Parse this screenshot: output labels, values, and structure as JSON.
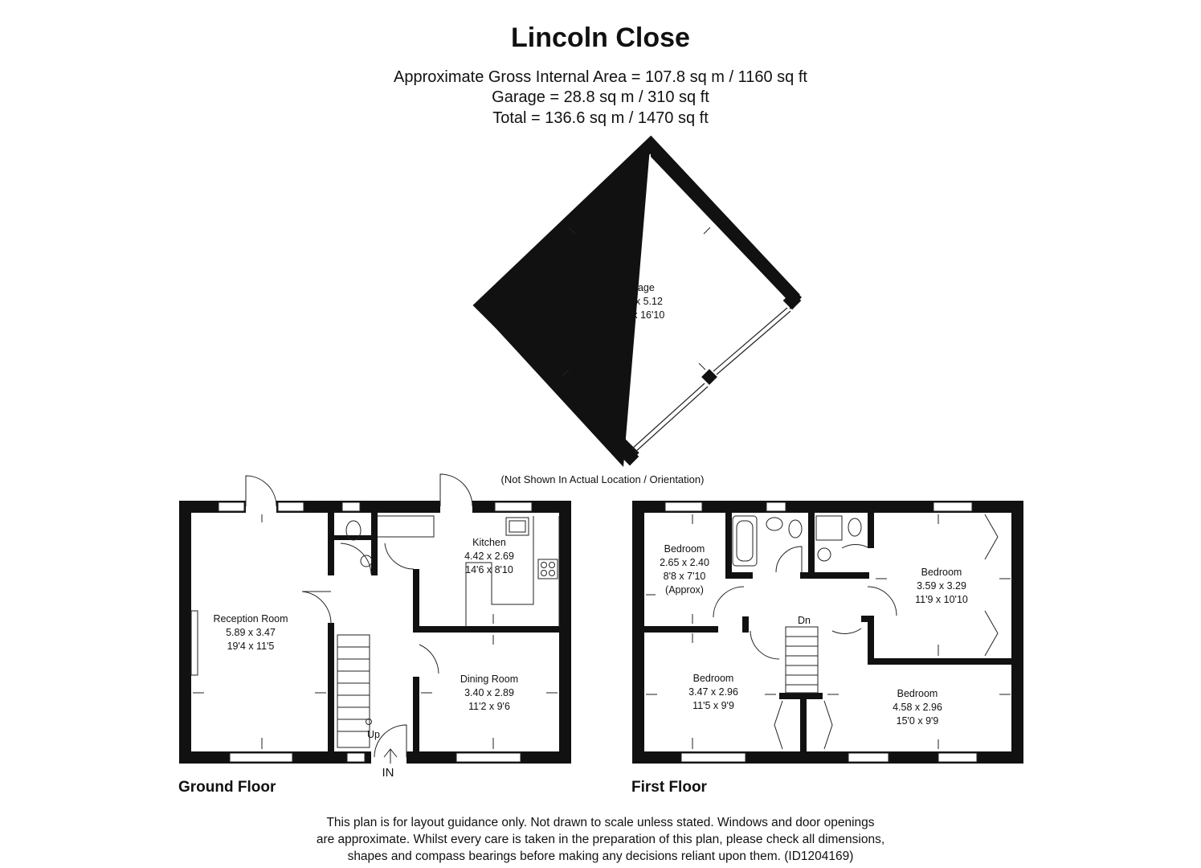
{
  "header": {
    "title": "Lincoln Close",
    "area_gross": "Approximate Gross Internal Area = 107.8 sq m / 1160 sq ft",
    "area_garage": "Garage = 28.8 sq m / 310 sq ft",
    "area_total": "Total = 136.6 sq m / 1470 sq ft"
  },
  "garage": {
    "name": "Garage",
    "metric": "5.66 x 5.12",
    "imperial": "18'7 x 16'10",
    "note": "(Not Shown In Actual Location / Orientation)"
  },
  "ground_floor": {
    "label": "Ground Floor",
    "rooms": [
      {
        "name": "Reception Room",
        "metric": "5.89 x 3.47",
        "imperial": "19'4 x 11'5"
      },
      {
        "name": "Kitchen",
        "metric": "4.42 x 2.69",
        "imperial": "14'6 x 8'10"
      },
      {
        "name": "Dining Room",
        "metric": "3.40 x 2.89",
        "imperial": "11'2 x 9'6"
      }
    ],
    "stairs_label": "Up",
    "entrance_label": "IN"
  },
  "first_floor": {
    "label": "First Floor",
    "rooms": [
      {
        "name": "Bedroom",
        "metric": "2.65 x 2.40",
        "imperial": "8'8 x 7'10",
        "extra": "(Approx)"
      },
      {
        "name": "Bedroom",
        "metric": "3.59 x 3.29",
        "imperial": "11'9 x 10'10"
      },
      {
        "name": "Bedroom",
        "metric": "3.47 x 2.96",
        "imperial": "11'5 x 9'9"
      },
      {
        "name": "Bedroom",
        "metric": "4.58 x 2.96",
        "imperial": "15'0 x 9'9"
      }
    ],
    "stairs_label": "Dn"
  },
  "disclaimer": {
    "line1": "This plan is for layout guidance only. Not drawn to scale unless stated. Windows and door openings",
    "line2": "are approximate. Whilst every care is taken in the preparation of this plan, please check all dimensions,",
    "line3": "shapes and compass bearings before making any decisions reliant upon them. (ID1204169)"
  }
}
